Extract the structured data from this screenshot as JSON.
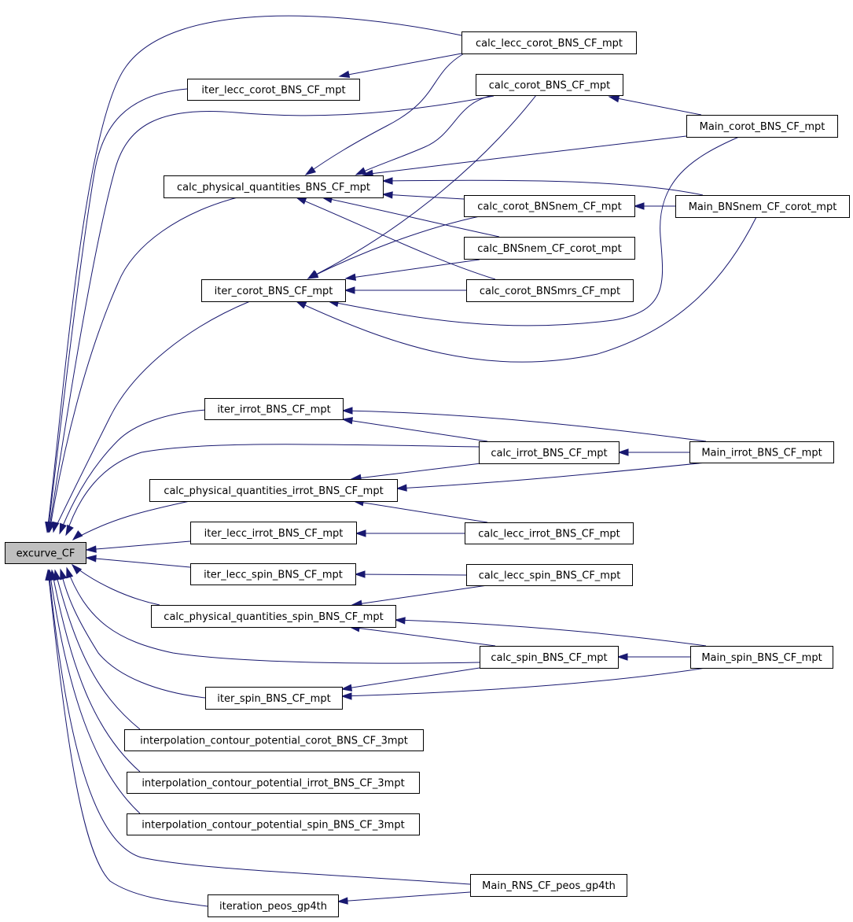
{
  "diagram": {
    "colors": {
      "edge": "#191970",
      "root_fill": "#bfbfbf",
      "node_fill": "#ffffff",
      "node_border": "#000000"
    },
    "nodes": {
      "excurve": "excurve_CF",
      "iter_lecc_corot": "iter_lecc_corot_BNS_CF_mpt",
      "calc_lecc_corot": "calc_lecc_corot_BNS_CF_mpt",
      "calc_corot": "calc_corot_BNS_CF_mpt",
      "main_corot": "Main_corot_BNS_CF_mpt",
      "calc_phys_bns": "calc_physical_quantities_BNS_CF_mpt",
      "calc_corot_bnsnem": "calc_corot_BNSnem_CF_mpt",
      "main_bnsnem": "Main_BNSnem_CF_corot_mpt",
      "calc_bnsnem_corot": "calc_BNSnem_CF_corot_mpt",
      "calc_corot_bnsmrs": "calc_corot_BNSmrs_CF_mpt",
      "iter_corot": "iter_corot_BNS_CF_mpt",
      "iter_irrot": "iter_irrot_BNS_CF_mpt",
      "calc_irrot": "calc_irrot_BNS_CF_mpt",
      "main_irrot": "Main_irrot_BNS_CF_mpt",
      "calc_phys_irrot": "calc_physical_quantities_irrot_BNS_CF_mpt",
      "iter_lecc_irrot": "iter_lecc_irrot_BNS_CF_mpt",
      "calc_lecc_irrot": "calc_lecc_irrot_BNS_CF_mpt",
      "iter_lecc_spin": "iter_lecc_spin_BNS_CF_mpt",
      "calc_lecc_spin": "calc_lecc_spin_BNS_CF_mpt",
      "calc_phys_spin": "calc_physical_quantities_spin_BNS_CF_mpt",
      "calc_spin": "calc_spin_BNS_CF_mpt",
      "main_spin": "Main_spin_BNS_CF_mpt",
      "iter_spin": "iter_spin_BNS_CF_mpt",
      "interp_corot": "interpolation_contour_potential_corot_BNS_CF_3mpt",
      "interp_irrot": "interpolation_contour_potential_irrot_BNS_CF_3mpt",
      "interp_spin": "interpolation_contour_potential_spin_BNS_CF_3mpt",
      "main_rns": "Main_RNS_CF_peos_gp4th",
      "iteration_peos": "iteration_peos_gp4th"
    }
  }
}
